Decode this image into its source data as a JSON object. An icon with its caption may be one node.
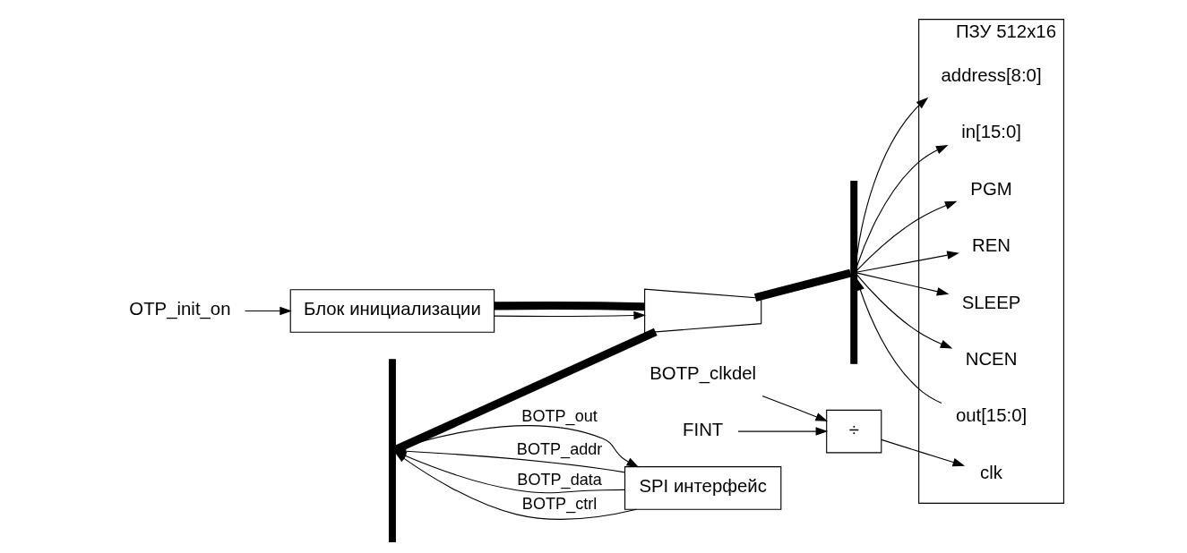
{
  "diagram": {
    "nodes": [
      {
        "text": [
          "OTP_init_on"
        ]
      },
      {
        "text": [
          "Блок инициализации"
        ]
      },
      {
        "text": [
          "SPI интерфейс"
        ]
      },
      {
        "text": [
          "BOTP_clkdel"
        ]
      },
      {
        "text": [
          "FINT"
        ]
      },
      {
        "text": [
          "÷"
        ]
      },
      {
        "text": [],
        "shape": "trapezoid"
      },
      {
        "text": [],
        "shape": "bar"
      },
      {
        "text": [],
        "shape": "bar"
      },
      {
        "text": [
          "ПЗУ 512x16"
        ]
      },
      {
        "text": [
          "clk"
        ],
        "in": 9
      },
      {
        "text": [
          "address[8:0]"
        ],
        "in": 9
      },
      {
        "text": [
          "in[15:0]"
        ],
        "in": 9
      },
      {
        "text": [
          "PGM"
        ],
        "in": 9
      },
      {
        "text": [
          "REN"
        ],
        "in": 9
      },
      {
        "text": [
          "SLEEP"
        ],
        "in": 9
      },
      {
        "text": [
          "NCEN"
        ],
        "in": 9
      },
      {
        "text": [
          "out[15:0]"
        ],
        "in": 9
      }
    ],
    "edges": [
      {
        "from": 0,
        "to": 1,
        "arrow": "to"
      },
      {
        "from": 4,
        "to": 5,
        "arrow": "to"
      },
      {
        "from": 3,
        "to": 5,
        "arrow": "to"
      },
      {
        "from": 5,
        "to": 10,
        "arrow": "to"
      },
      {
        "from": 1,
        "to": 6,
        "arrow": "to"
      },
      {
        "from": 1,
        "to": 6,
        "arrow": "none",
        "style": "thick"
      },
      {
        "from": 2,
        "to": 7,
        "arrow": "to",
        "label": "BOTP_addr"
      },
      {
        "from": 2,
        "to": 7,
        "arrow": "to",
        "label": "BOTP_data"
      },
      {
        "from": 2,
        "to": 7,
        "arrow": "to",
        "label": "BOTP_ctrl"
      },
      {
        "from": 7,
        "to": 2,
        "arrow": "to",
        "label": "BOTP_out"
      },
      {
        "from": 7,
        "to": 6,
        "arrow": "none",
        "style": "thick"
      },
      {
        "from": 6,
        "to": 8,
        "arrow": "none",
        "style": "thick"
      },
      {
        "from": 8,
        "to": 11,
        "arrow": "to"
      },
      {
        "from": 8,
        "to": 12,
        "arrow": "to"
      },
      {
        "from": 8,
        "to": 13,
        "arrow": "to"
      },
      {
        "from": 8,
        "to": 14,
        "arrow": "to"
      },
      {
        "from": 8,
        "to": 15,
        "arrow": "to"
      },
      {
        "from": 8,
        "to": 16,
        "arrow": "to"
      },
      {
        "from": 17,
        "to": 8,
        "arrow": "to"
      }
    ]
  }
}
